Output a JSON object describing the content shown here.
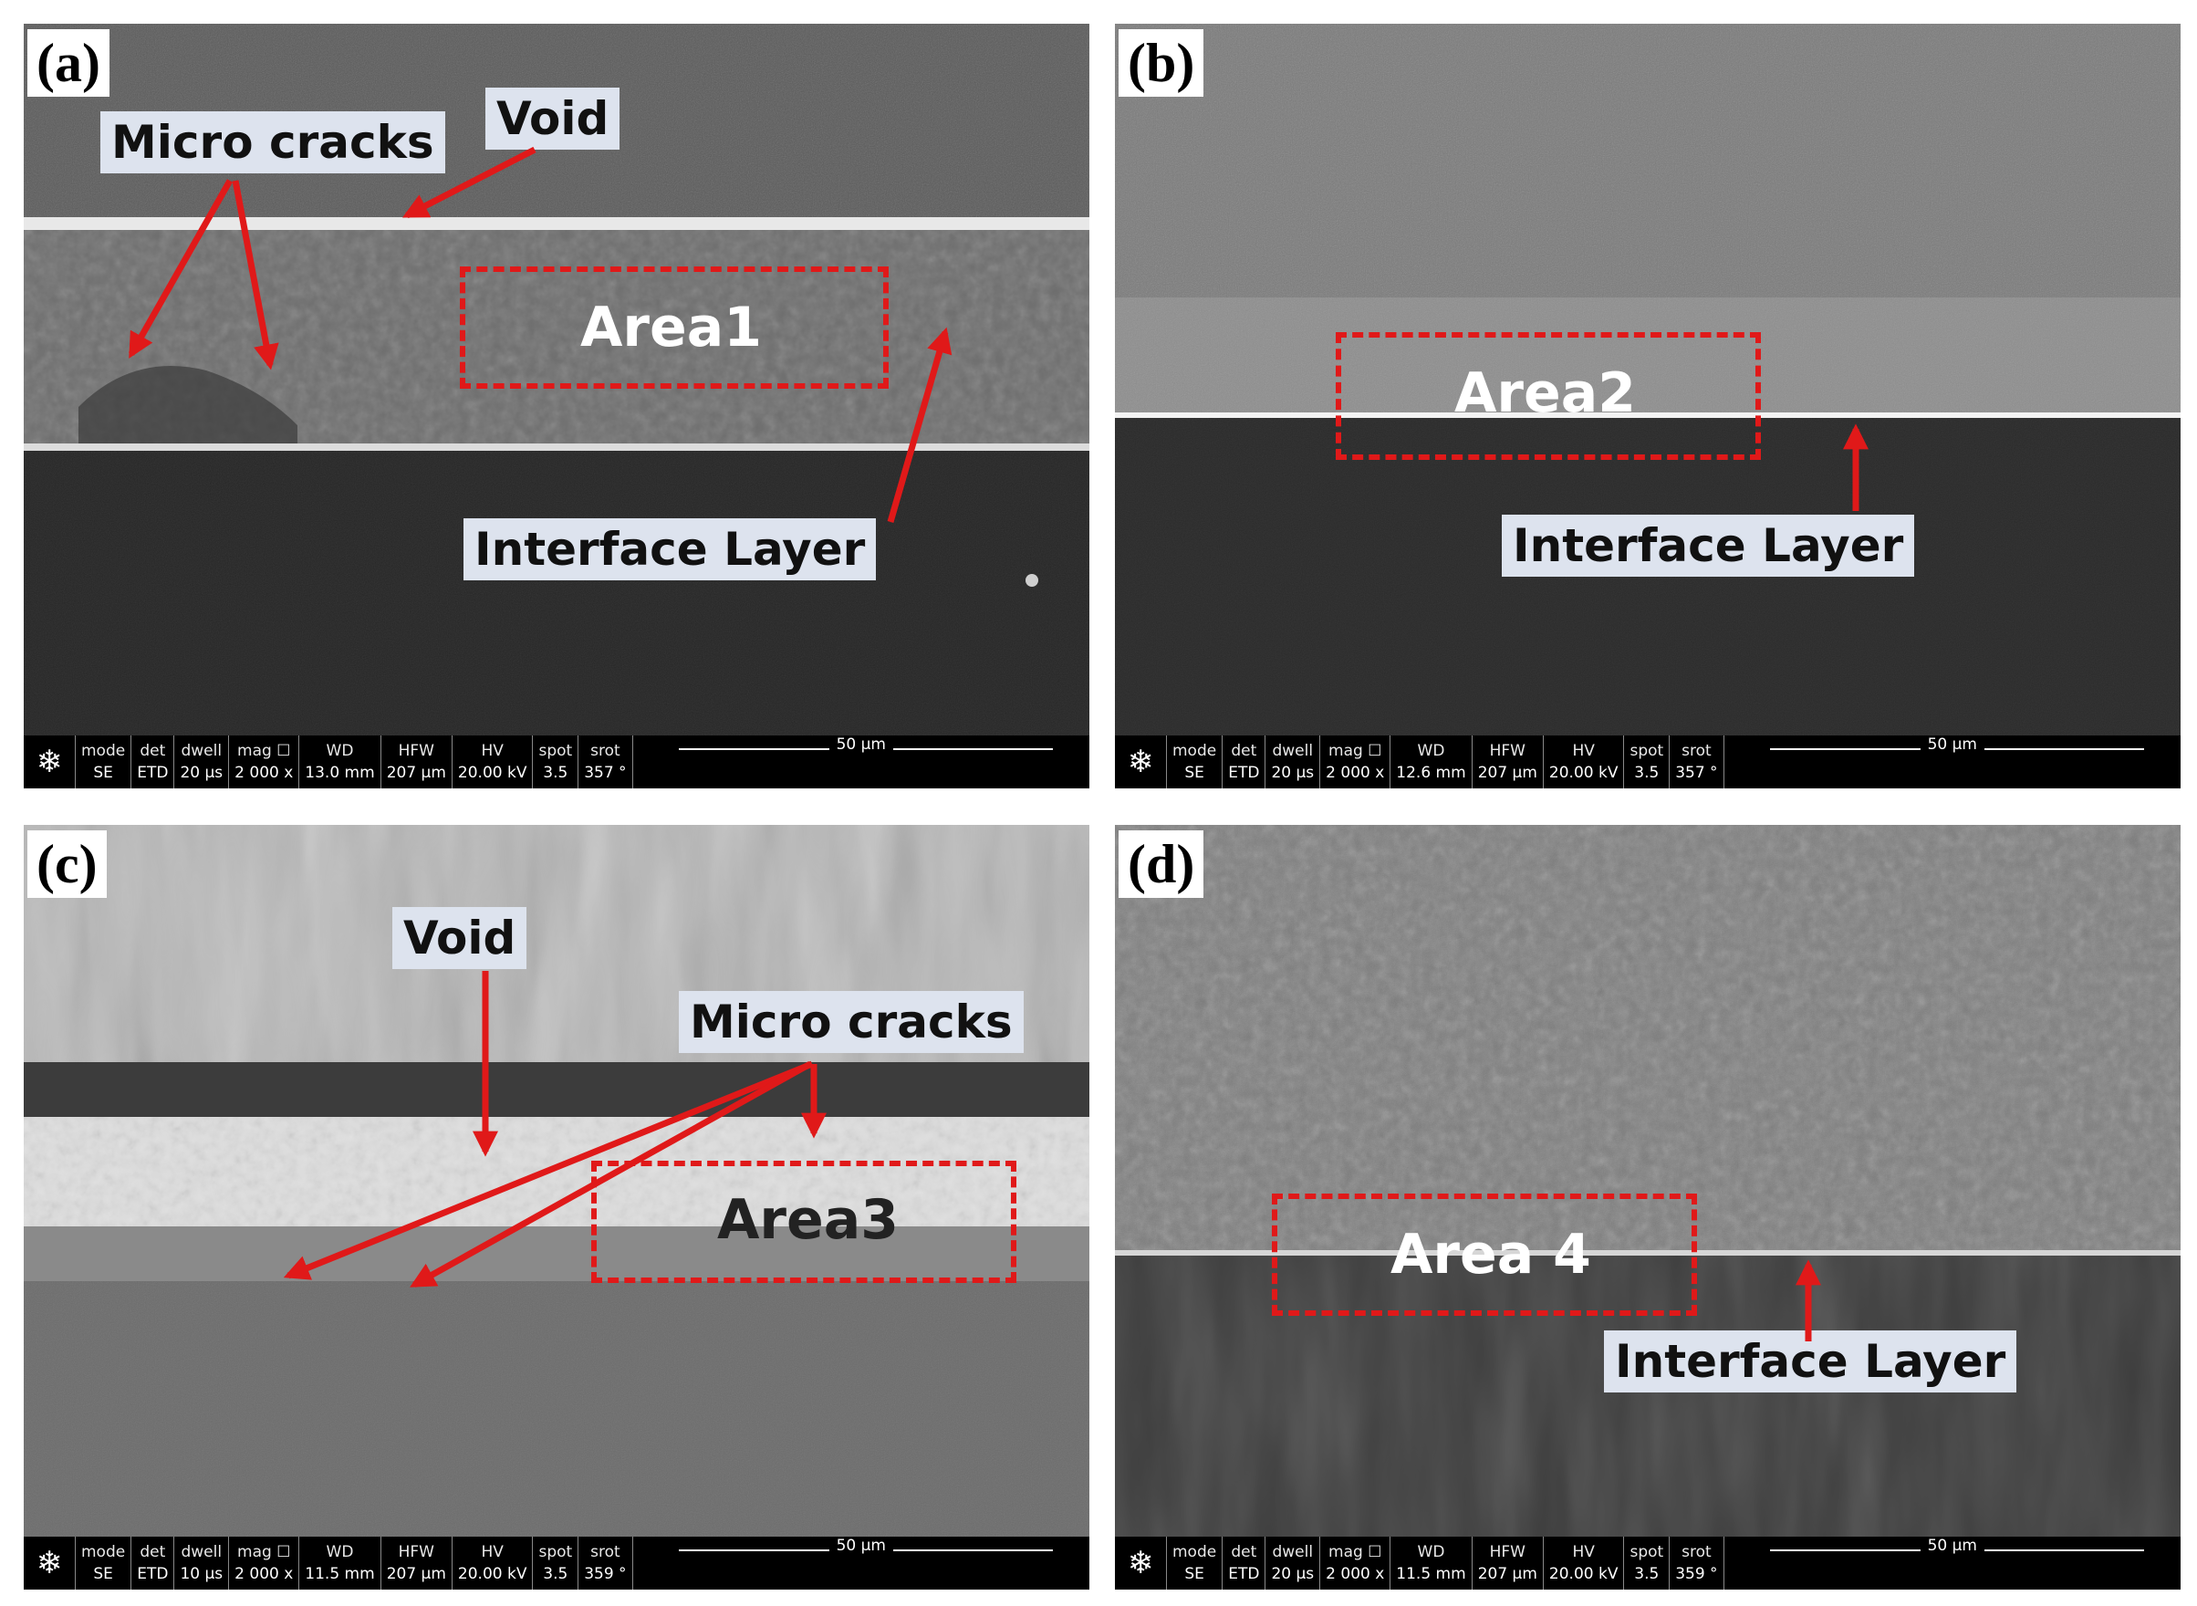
{
  "panels": {
    "a": {
      "label": "(a)",
      "callouts": {
        "micro_cracks": "Micro cracks",
        "void": "Void",
        "interface_layer": "Interface Layer"
      },
      "area": "Area1",
      "info": {
        "mode": "SE",
        "det": "ETD",
        "dwell": "20 μs",
        "mag": "2 000 x",
        "wd": "13.0 mm",
        "hfw": "207 μm",
        "hv": "20.00 kV",
        "spot": "3.5",
        "srot": "357 °"
      },
      "scale": "50 μm"
    },
    "b": {
      "label": "(b)",
      "callouts": {
        "interface_layer": "Interface Layer"
      },
      "area": "Area2",
      "info": {
        "mode": "SE",
        "det": "ETD",
        "dwell": "20 μs",
        "mag": "2 000 x",
        "wd": "12.6 mm",
        "hfw": "207 μm",
        "hv": "20.00 kV",
        "spot": "3.5",
        "srot": "357 °"
      },
      "scale": "50 μm"
    },
    "c": {
      "label": "(c)",
      "callouts": {
        "void": "Void",
        "micro_cracks": "Micro cracks"
      },
      "area": "Area3",
      "info": {
        "mode": "SE",
        "det": "ETD",
        "dwell": "10 μs",
        "mag": "2 000 x",
        "wd": "11.5 mm",
        "hfw": "207 μm",
        "hv": "20.00 kV",
        "spot": "3.5",
        "srot": "359 °"
      },
      "scale": "50 μm"
    },
    "d": {
      "label": "(d)",
      "callouts": {
        "interface_layer": "Interface Layer"
      },
      "area": "Area 4",
      "info": {
        "mode": "SE",
        "det": "ETD",
        "dwell": "20 μs",
        "mag": "2 000 x",
        "wd": "11.5 mm",
        "hfw": "207 μm",
        "hv": "20.00 kV",
        "spot": "3.5",
        "srot": "359 °"
      },
      "scale": "50 μm"
    }
  },
  "sem_keys": {
    "mode": "mode",
    "det": "det",
    "dwell": "dwell",
    "mag": "mag ☐",
    "wd": "WD",
    "hfw": "HFW",
    "hv": "HV",
    "spot": "spot",
    "srot": "srot"
  },
  "colors": {
    "annotation_red": "#e01919",
    "callout_bg": "#dde3ee"
  }
}
